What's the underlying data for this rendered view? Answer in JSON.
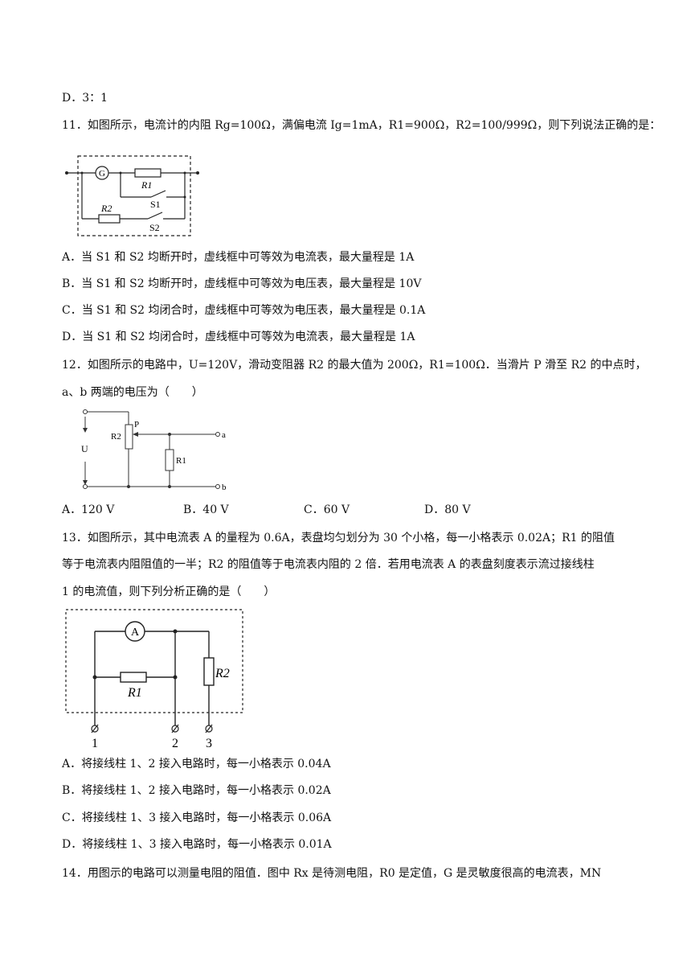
{
  "q10": {
    "opt_d": "D．3：1"
  },
  "q11": {
    "stem": "11．如图所示，电流计的内阻 Rg=100Ω，满偏电流 Ig=1mA，R1=900Ω，R2=100/999Ω，则下列说法正确的是：",
    "figure_labels": {
      "g": "G",
      "r1": "R1",
      "s1": "S1",
      "r2": "R2",
      "s2": "S2"
    },
    "options": [
      "A．当 S1 和 S2 均断开时，虚线框中可等效为电流表，最大量程是 1A",
      "B．当 S1 和 S2 均断开时，虚线框中可等效为电压表，最大量程是 10V",
      "C．当 S1 和 S2 均闭合时，虚线框中可等效为电压表，最大量程是 0.1A",
      "D．当 S1 和 S2 均闭合时，虚线框中可等效为电流表，最大量程是 1A"
    ]
  },
  "q12": {
    "stem_line1": "12．如图所示的电路中，U=120V，滑动变阻器 R2 的最大值为 200Ω，R1=100Ω．当滑片 P 滑至 R2 的中点时，",
    "stem_line2": "a、b 两端的电压为（　　）",
    "figure_labels": {
      "u": "U",
      "r2": "R2",
      "p": "P",
      "r1": "R1",
      "a": "a",
      "b": "b"
    },
    "options": [
      "A．120 V",
      "B．40 V",
      "C．60 V",
      "D．80 V"
    ]
  },
  "q13": {
    "stem_line1": "13．如图所示，其中电流表 A 的量程为 0.6A，表盘均匀划分为 30 个小格，每一小格表示 0.02A；R1 的阻值",
    "stem_line2": "等于电流表内阻阻值的一半；R2 的阻值等于电流表内阻的 2 倍．若用电流表 A 的表盘刻度表示流过接线柱",
    "stem_line3": "1 的电流值，则下列分析正确的是（　　）",
    "figure_labels": {
      "a": "A",
      "r1": "R1",
      "r2": "R2",
      "t1": "1",
      "t2": "2",
      "t3": "3"
    },
    "options": [
      "A．将接线柱 1、2 接入电路时，每一小格表示 0.04A",
      "B．将接线柱 1、2 接入电路时，每一小格表示 0.02A",
      "C．将接线柱 1、3 接入电路时，每一小格表示 0.06A",
      "D．将接线柱 1、3 接入电路时，每一小格表示 0.01A"
    ]
  },
  "q14": {
    "stem": "14．用图示的电路可以测量电阻的阻值．图中 Rx 是待测电阻，R0 是定值，G 是灵敏度很高的电流表，MN"
  }
}
